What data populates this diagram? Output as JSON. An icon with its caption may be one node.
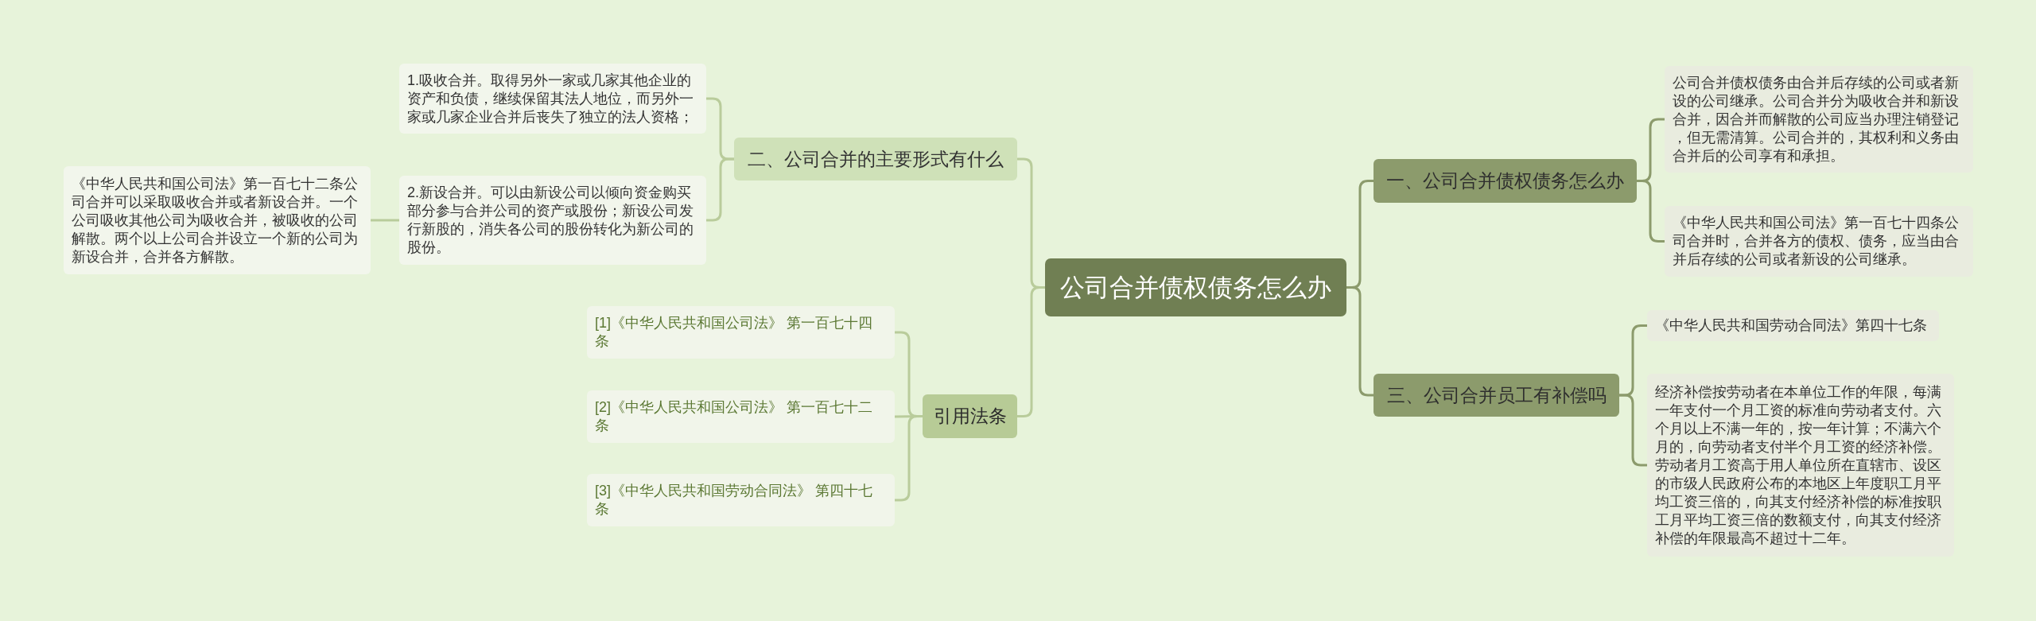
{
  "diagram": {
    "nodes": [
      {
        "text": [
          "公司合并债权债务怎么办"
        ]
      },
      {
        "text": [
          "一、公司合并债权债务怎么办"
        ]
      },
      {
        "text": [
          "公司合并债权债务由合并后存续的公司或者新设的公司继承。公司合并分为吸收合并和新设合并，因合并而解散的公司应当办理注销登记，但无需清算。公司合并的，其权利和义务由合并后的公司享有和承担。"
        ]
      },
      {
        "text": [
          "《中华人民共和国公司法》第一百七十四条公司合并时，合并各方的债权、债务，应当由合并后存续的公司或者新设的公司继承。"
        ]
      },
      {
        "text": [
          "三、公司合并员工有补偿吗"
        ]
      },
      {
        "text": [
          "《中华人民共和国劳动合同法》第四十七条"
        ]
      },
      {
        "text": [
          "经济补偿按劳动者在本单位工作的年限，每满一年支付一个月工资的标准向劳动者支付。六个月以上不满一年的，按一年计算；不满六个月的，向劳动者支付半个月工资的经济补偿。劳动者月工资高于用人单位所在直辖市、设区的市级人民政府公布的本地区上年度职工月平均工资三倍的，向其支付经济补偿的标准按职工月平均工资三倍的数额支付，向其支付经济补偿的年限最高不超过十二年。"
        ]
      },
      {
        "text": [
          "二、公司合并的主要形式有什么"
        ]
      },
      {
        "text": [
          "1.吸收合并。取得另外一家或几家其他企业的资产和负债，继续保留其法人地位，而另外一家或几家企业合并后丧失了独立的法人资格；"
        ]
      },
      {
        "text": [
          "2.新设合并。可以由新设公司以倾向资金购买部分参与合并公司的资产或股份；新设公司发行新股的，消失各公司的股份转化为新公司的股份。"
        ]
      },
      {
        "text": [
          "《中华人民共和国公司法》第一百七十二条公司合并可以采取吸收合并或者新设合并。一个公司吸收其他公司为吸收合并，被吸收的公司解散。两个以上公司合并设立一个新的公司为新设合并，合并各方解散。"
        ]
      },
      {
        "text": [
          "引用法条"
        ]
      },
      {
        "text": [
          "[1]《中华人民共和国公司法》 第一百七十四条"
        ]
      },
      {
        "text": [
          "[2]《中华人民共和国公司法》 第一百七十二条"
        ]
      },
      {
        "text": [
          "[3]《中华人民共和国劳动合同法》 第四十七条"
        ]
      }
    ],
    "edges": [
      {
        "from": 0,
        "to": 1,
        "arrow": "none",
        "color": "#8c9b6c"
      },
      {
        "from": 0,
        "to": 4,
        "arrow": "none",
        "color": "#8c9b6c"
      },
      {
        "from": 1,
        "to": 2,
        "arrow": "none",
        "color": "#8c9b6c"
      },
      {
        "from": 1,
        "to": 3,
        "arrow": "none",
        "color": "#8c9b6c"
      },
      {
        "from": 4,
        "to": 5,
        "arrow": "none",
        "color": "#8c9b6c"
      },
      {
        "from": 4,
        "to": 6,
        "arrow": "none",
        "color": "#8c9b6c"
      },
      {
        "from": 0,
        "to": 7,
        "arrow": "none"
      },
      {
        "from": 7,
        "to": 8,
        "arrow": "none"
      },
      {
        "from": 7,
        "to": 9,
        "arrow": "none"
      },
      {
        "from": 9,
        "to": 10,
        "arrow": "none"
      },
      {
        "from": 0,
        "to": 11,
        "arrow": "none"
      },
      {
        "from": 11,
        "to": 12,
        "arrow": "none"
      },
      {
        "from": 11,
        "to": 13,
        "arrow": "none"
      },
      {
        "from": 11,
        "to": 14,
        "arrow": "none"
      }
    ]
  }
}
